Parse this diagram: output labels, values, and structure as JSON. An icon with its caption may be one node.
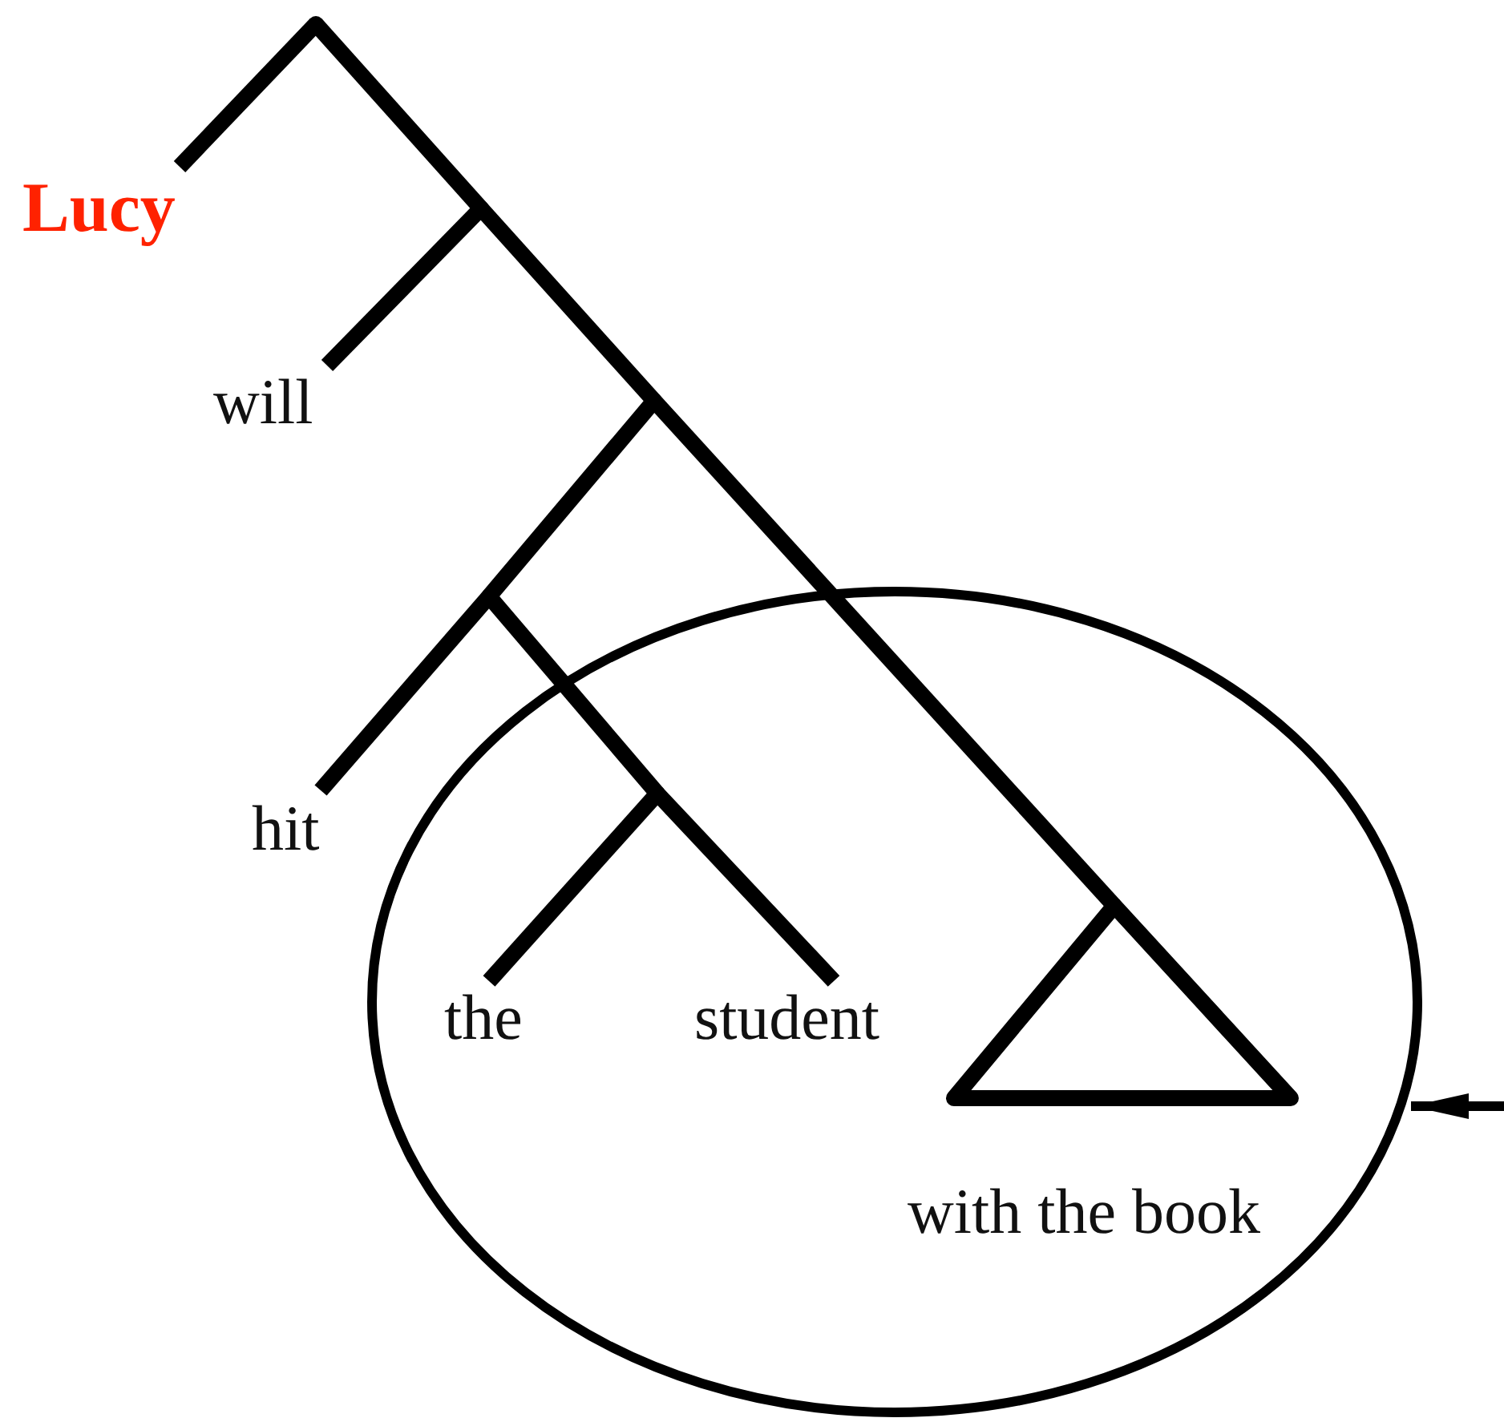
{
  "diagram": {
    "nodes": [
      {
        "text": [],
        "shape": "point"
      },
      {
        "text": [
          "Lucy"
        ]
      },
      {
        "text": [],
        "shape": "point"
      },
      {
        "text": [
          "will"
        ]
      },
      {
        "text": [],
        "shape": "point"
      },
      {
        "text": [],
        "shape": "point"
      },
      {
        "text": [
          "hit"
        ]
      },
      {
        "text": [],
        "shape": "ellipse"
      },
      {
        "text": [],
        "shape": "point",
        "in": 7
      },
      {
        "text": [
          "the"
        ],
        "in": 7
      },
      {
        "text": [
          "student"
        ],
        "in": 7
      },
      {
        "text": [
          "with the book"
        ],
        "in": 7
      }
    ],
    "edges": [
      {
        "from": 0,
        "to": 1,
        "arrow": "none"
      },
      {
        "from": 0,
        "to": 2,
        "arrow": "none"
      },
      {
        "from": 2,
        "to": 3,
        "arrow": "none"
      },
      {
        "from": 2,
        "to": 4,
        "arrow": "none"
      },
      {
        "from": 4,
        "to": 5,
        "arrow": "none"
      },
      {
        "from": 4,
        "to": 11,
        "arrow": "none"
      },
      {
        "from": 5,
        "to": 6,
        "arrow": "none"
      },
      {
        "from": 5,
        "to": 8,
        "arrow": "none"
      },
      {
        "from": 8,
        "to": 9,
        "arrow": "none"
      },
      {
        "from": 8,
        "to": 10,
        "arrow": "none"
      },
      {
        "from": null,
        "to": 7,
        "arrow": "to"
      }
    ]
  }
}
